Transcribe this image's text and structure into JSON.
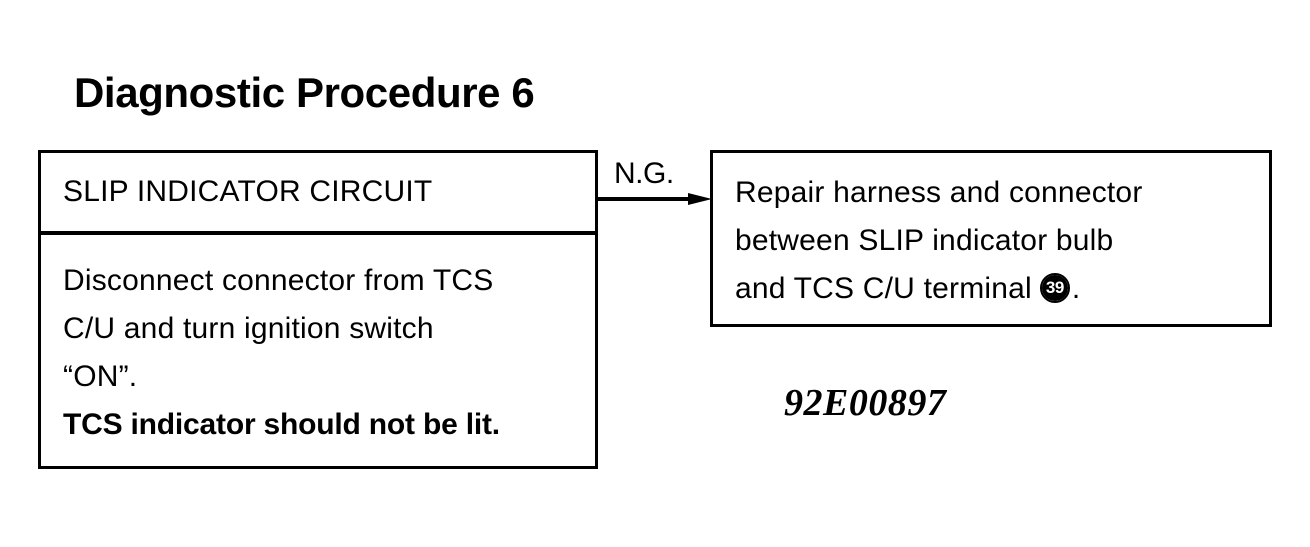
{
  "page": {
    "title": "Diagnostic Procedure 6",
    "background_color": "#ffffff",
    "ink_color": "#000000"
  },
  "diagram": {
    "type": "flowchart",
    "nodes": [
      {
        "id": "check-step",
        "header": "SLIP INDICATOR CIRCUIT",
        "body_lines": [
          "Disconnect connector from TCS",
          "C/U and turn ignition switch",
          "“ON”."
        ],
        "emphasis_line": "TCS indicator should not be lit."
      },
      {
        "id": "repair-action",
        "body_lines": [
          "Repair harness and connector",
          "between SLIP indicator bulb"
        ],
        "final_line_prefix": "and TCS C/U terminal",
        "terminal_number": "39",
        "final_line_suffix": "."
      }
    ],
    "connector": {
      "label": "N.G.",
      "direction": "right",
      "from": "check-step",
      "to": "repair-action"
    }
  },
  "caption": {
    "figure_code": "92E00897"
  }
}
